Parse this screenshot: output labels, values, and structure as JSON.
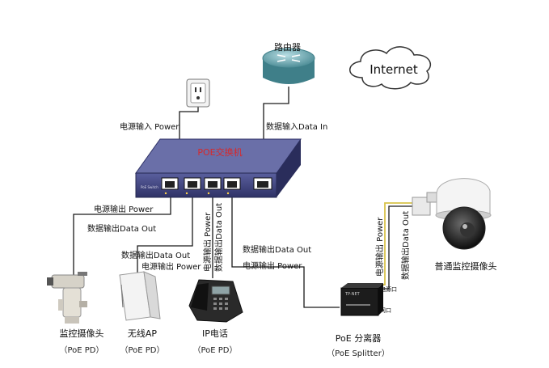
{
  "router": {
    "label": "路由器"
  },
  "internet": {
    "label": "Internet"
  },
  "switch": {
    "model_text": "PoE Switch",
    "title_text": "POE交换机"
  },
  "links": {
    "power_in": "电源输入 Power",
    "data_in": "数据输入Data In",
    "cam_power_out": "电源输出 Power",
    "cam_data_out": "数据输出Data Out",
    "ap_data_out": "数据输出Data Out",
    "ap_power_out": "电源输出 Power",
    "phone_power_out": "电源输出 Power",
    "phone_data_out": "数据输出Data Out",
    "splitter_data_out": "数据输出Data Out",
    "splitter_power_out": "电源输出 Power",
    "dome_power_out": "电源输出 Power",
    "dome_data_out": "数据输出Data Out"
  },
  "devices": {
    "camera": {
      "name": "监控摄像头",
      "sub": "（PoE  PD）"
    },
    "ap": {
      "name": "无线AP",
      "sub": "（PoE  PD）"
    },
    "phone": {
      "name": "IP电话",
      "sub": "（PoE  PD）"
    },
    "splitter": {
      "name": "PoE 分离器",
      "sub": "（PoE Splitter）",
      "brand": "TP-NET",
      "port_power": "电源口",
      "port_net": "网口"
    },
    "dome": {
      "name": "普通监控摄像头"
    }
  },
  "colors": {
    "switch_body": "#4a4e8a",
    "switch_title": "#d8282a",
    "cable": "#1a1a1a",
    "power_cable": "#d8c24a"
  }
}
